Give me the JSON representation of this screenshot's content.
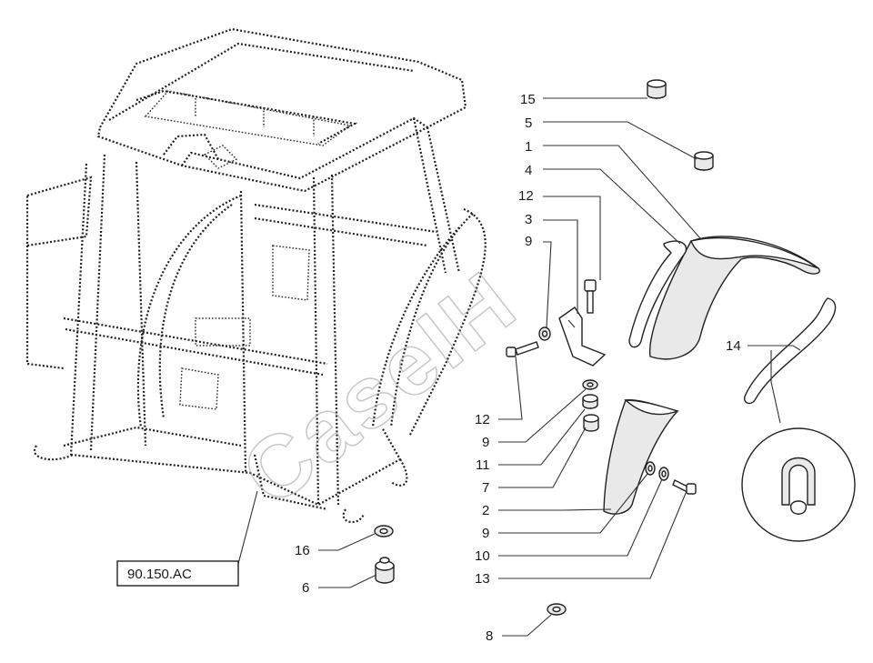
{
  "corner_mark": "",
  "watermark": "CaseIH",
  "reference_box": "90.150.AC",
  "callouts": [
    "15",
    "5",
    "1",
    "4",
    "12",
    "3",
    "9",
    "14",
    "12",
    "9",
    "11",
    "7",
    "2",
    "9",
    "10",
    "13",
    "16",
    "6",
    "8"
  ],
  "icons": [
    "cab-frame",
    "fender-right",
    "fender-rear",
    "edge-trim-strip",
    "trim-profile-detail",
    "plug",
    "washer",
    "bolt",
    "bracket",
    "rubber-mount"
  ]
}
